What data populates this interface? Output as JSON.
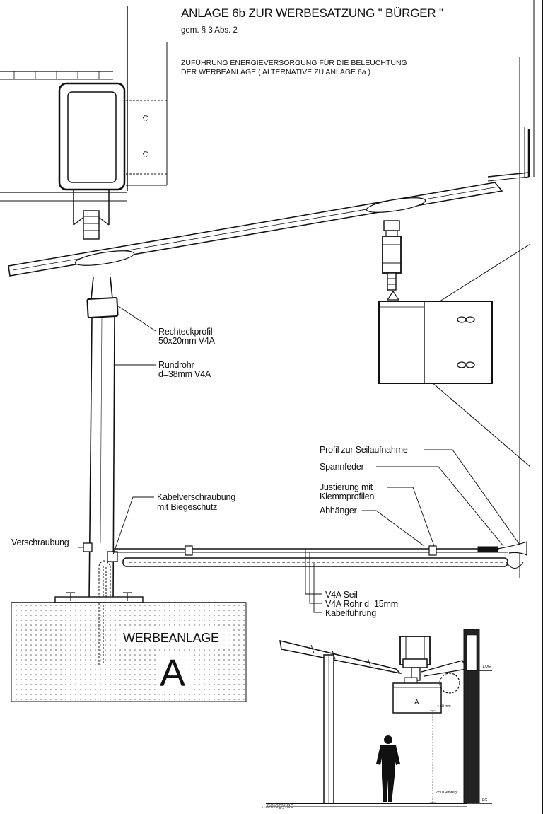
{
  "header": {
    "title": "ANLAGE 6b ZUR  WERBESATZUNG \" BÜRGER \"",
    "subtitle": "gem. § 3 Abs. 2",
    "description_line1": "ZUFÜHRUNG ENERGIEVERSORGUNG FÜR DIE BELEUCHTUNG",
    "description_line2": "DER WERBEANLAGE ( ALTERNATIVE ZU ANLAGE 6a )"
  },
  "labels": {
    "rechteckprofil_1": "Rechteckprofil",
    "rechteckprofil_2": "50x20mm V4A",
    "rundrohr_1": "Rundrohr",
    "rundrohr_2": "d=38mm V4A",
    "profil_seilaufnahme": "Profil zur Seilaufnahme",
    "spannfeder": "Spannfeder",
    "justierung_1": "Justierung mit",
    "justierung_2": "Klemmprofilen",
    "abhaenger": "Abhänger",
    "kabelverschraubung_1": "Kabelverschraubung",
    "kabelverschraubung_2": "mit Biegeschutz",
    "verschraubung": "Verschraubung",
    "v4a_seil": "V4A Seil",
    "v4a_rohr": "V4A Rohr d=15mm",
    "kabelfuehrung": "Kabelführung"
  },
  "sign": {
    "name": "WERBEANLAGE",
    "letter": "A"
  },
  "inset": {
    "sign_letter": "A",
    "level_top": "1.OG",
    "level_bottom": "EG",
    "dim_small": "~ 40 mm",
    "dim_bottom": "2,50 Gehweg"
  },
  "watermark": "...cology.de"
}
